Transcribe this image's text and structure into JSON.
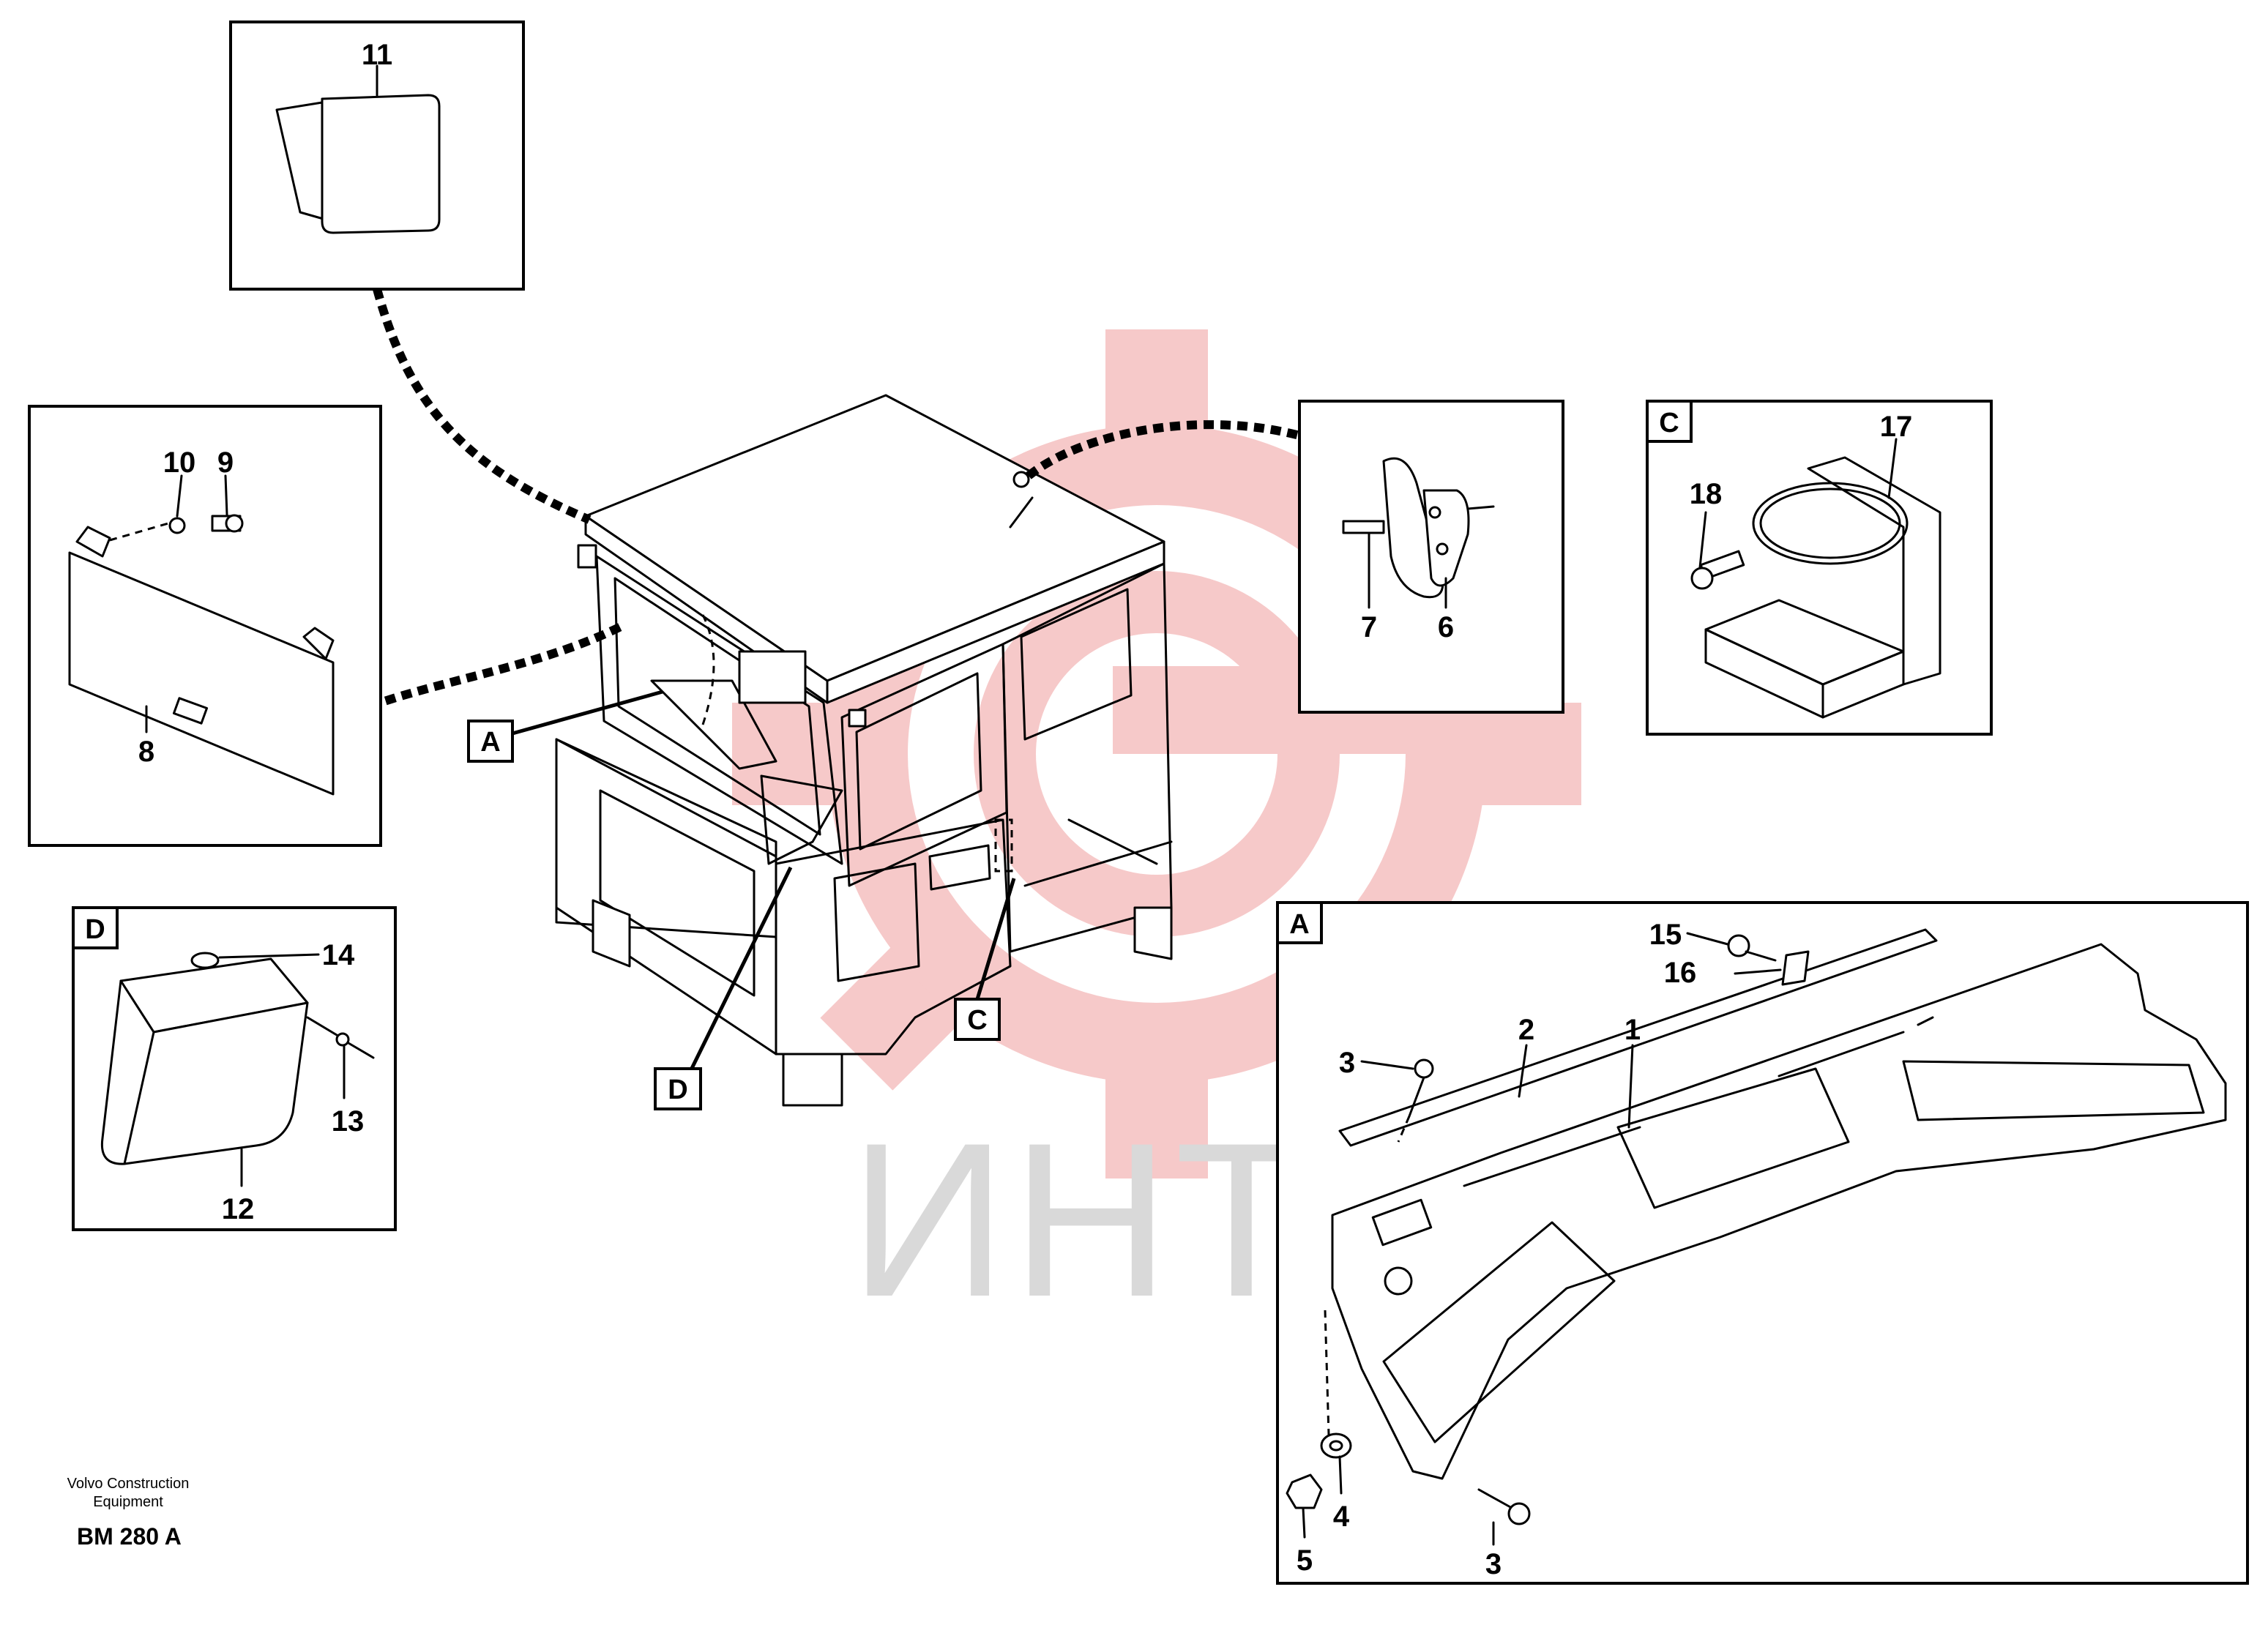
{
  "watermark": {
    "text": "ИНТЕХ",
    "gear_color": "#f6c9c9",
    "text_color": "#d9d9d9"
  },
  "callouts": {
    "c1": "1",
    "c2": "2",
    "c3a": "3",
    "c3b": "3",
    "c4": "4",
    "c5": "5",
    "c6": "6",
    "c7": "7",
    "c8": "8",
    "c9": "9",
    "c10": "10",
    "c11": "11",
    "c12": "12",
    "c13": "13",
    "c14": "14",
    "c15": "15",
    "c16": "16",
    "c17": "17",
    "c18": "18"
  },
  "detail_boxes": {
    "A": "A",
    "C": "C",
    "D": "D"
  },
  "cab_pointers": {
    "A": "A",
    "C": "C",
    "D": "D"
  },
  "footer": {
    "company_line1": "Volvo Construction",
    "company_line2": "Equipment",
    "code": "BM 280 A"
  }
}
